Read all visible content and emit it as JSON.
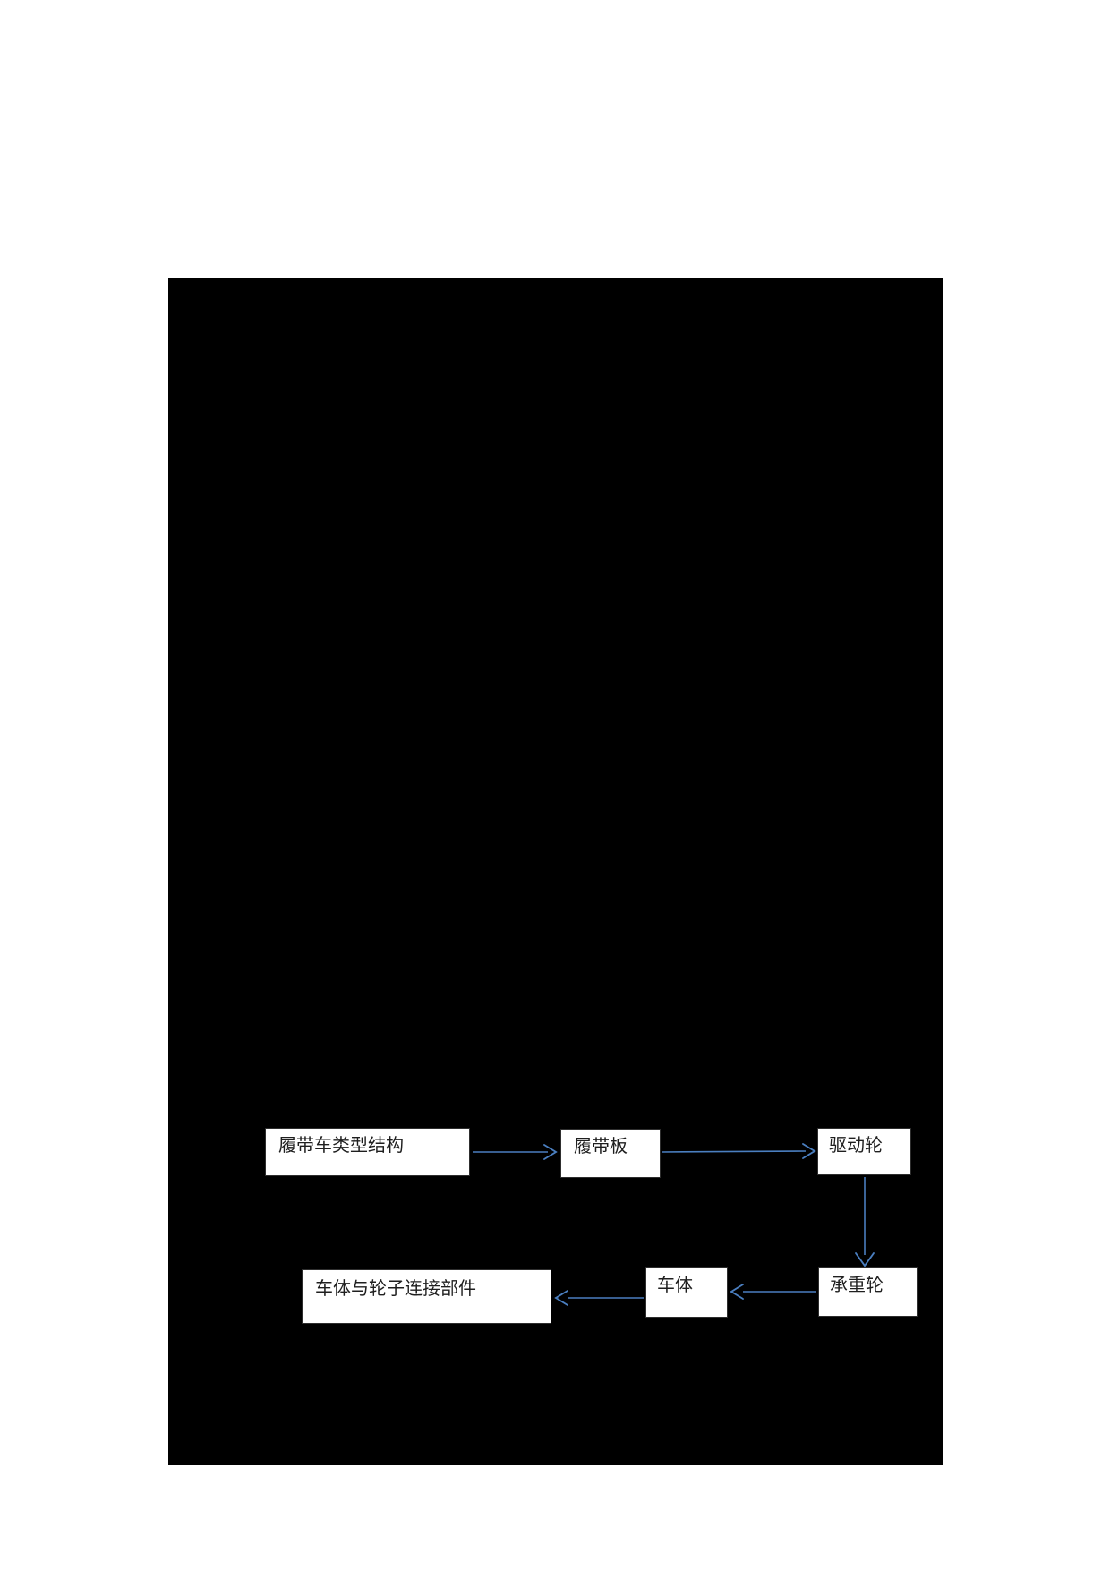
{
  "page": {
    "background_color": "#ffffff"
  },
  "diagram": {
    "canvas_color": "#000000",
    "node_background_color": "#ffffff",
    "node_border_color": "#2e2e2e",
    "arrow_color": "#4a7ebf",
    "nodes": [
      {
        "id": "track-vehicle-type-structure",
        "label": "履带车类型结构"
      },
      {
        "id": "track-plate",
        "label": "履带板"
      },
      {
        "id": "drive-wheel",
        "label": "驱动轮"
      },
      {
        "id": "body-wheel-connection",
        "label": "车体与轮子连接部件"
      },
      {
        "id": "vehicle-body",
        "label": "车体"
      },
      {
        "id": "road-wheel",
        "label": "承重轮"
      }
    ],
    "edges": [
      {
        "from": "履带车类型结构",
        "to": "履带板",
        "direction": "right"
      },
      {
        "from": "履带板",
        "to": "驱动轮",
        "direction": "right"
      },
      {
        "from": "驱动轮",
        "to": "承重轮",
        "direction": "down"
      },
      {
        "from": "承重轮",
        "to": "车体",
        "direction": "left"
      },
      {
        "from": "车体",
        "to": "车体与轮子连接部件",
        "direction": "left"
      }
    ]
  }
}
